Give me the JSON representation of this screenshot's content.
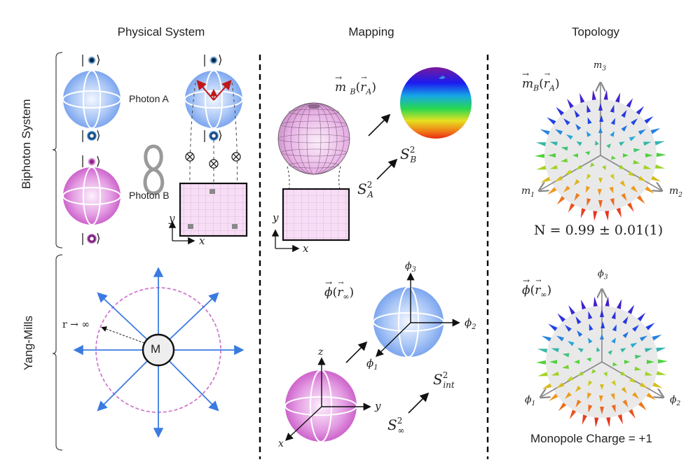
{
  "columns": {
    "physical": "Physical System",
    "mapping": "Mapping",
    "topology": "Topology"
  },
  "rows": {
    "top": "Biphoton System",
    "bottom": "Yang-Mills"
  },
  "physical": {
    "photon_a": "Photon A",
    "photon_b": "Photon B",
    "ket": "⟩",
    "axis_x": "x",
    "axis_y": "y",
    "entanglement_icon": "infinity-icon",
    "tensor_symbol": "⊗",
    "monopole_label": "M",
    "r_limit": "r → ∞"
  },
  "mapping": {
    "top_field": "m⃗B(r⃗A)",
    "top_field_main": "m",
    "top_field_sub": "B",
    "top_field_arg": "(r⃗",
    "top_field_arg_sub": "A",
    "sphere_b": "S",
    "sphere_b_sup": "2",
    "sphere_b_sub": "B",
    "sphere_a": "S",
    "sphere_a_sup": "2",
    "sphere_a_sub": "A",
    "axis_x": "x",
    "axis_y": "y",
    "bottom_field_main": "ϕ",
    "bottom_field_arg": "(r⃗",
    "bottom_field_arg_sub": "∞",
    "phi1": "ϕ",
    "phi1_sub": "1",
    "phi2": "ϕ",
    "phi2_sub": "2",
    "phi3": "ϕ",
    "phi3_sub": "3",
    "axis_z": "z",
    "axis_x2": "x",
    "axis_y2": "y",
    "s_int": "S",
    "s_int_sup": "2",
    "s_int_sub": "int",
    "s_inf": "S",
    "s_inf_sup": "2",
    "s_inf_sub": "∞"
  },
  "topology": {
    "top_field_main": "m",
    "top_field_sub": "B",
    "top_field_arg_sub": "A",
    "m1": "m",
    "m1_sub": "1",
    "m2": "m",
    "m2_sub": "2",
    "m3": "m",
    "m3_sub": "3",
    "top_result": "N = 0.99 ± 0.01(1)",
    "bottom_field_main": "ϕ",
    "bottom_field_arg_sub": "∞",
    "phi1": "ϕ",
    "phi1_sub": "1",
    "phi2": "ϕ",
    "phi2_sub": "2",
    "phi3": "ϕ",
    "phi3_sub": "3",
    "bottom_result": "Monopole Charge = +1"
  },
  "colors": {
    "blue_sphere": "#8fb4f2",
    "pink_sphere": "#d77ad6",
    "field_arrow_blue": "#3b7be0",
    "dashed_circle": "#d07ad0",
    "red_arrow": "#c01818",
    "divider": "#000000"
  }
}
